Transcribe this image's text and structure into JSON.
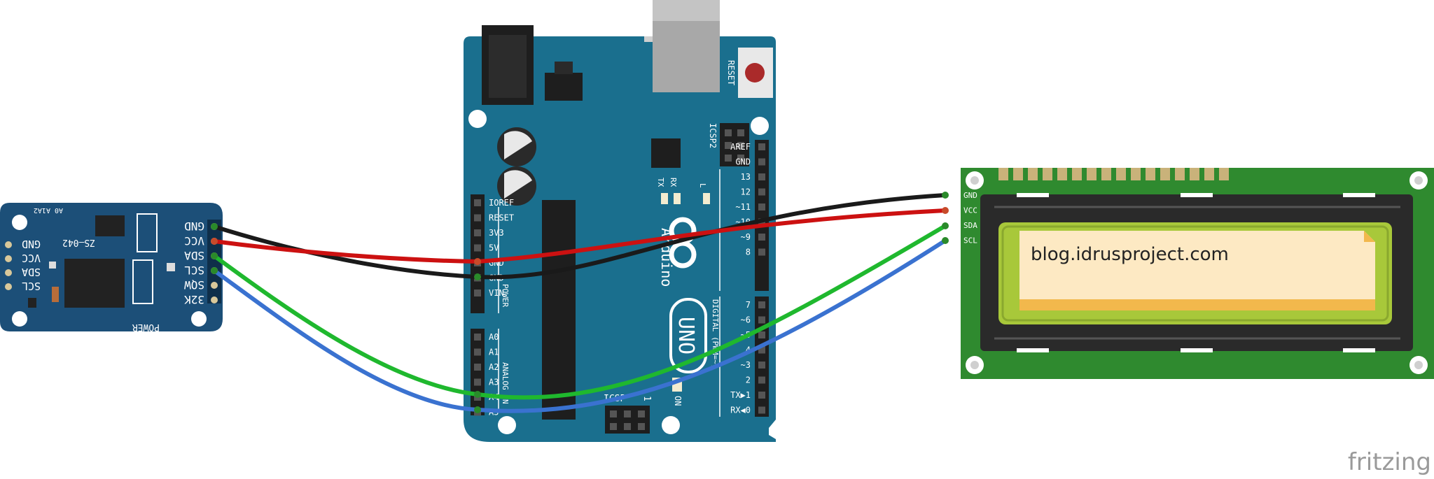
{
  "colors": {
    "board": "#1a6f8e",
    "board_dark": "#135a74",
    "rtc_board": "#1c4f78",
    "lcd_pcb": "#2f8a2f",
    "lcd_glass": "#a8c83a",
    "lcd_bezel": "#2a2a2a",
    "wire_gnd": "#1a1a1a",
    "wire_vcc": "#cc1111",
    "wire_sda": "#1fb82e",
    "wire_scl": "#3a72d0"
  },
  "rtc_module": {
    "model_label": "ZS—042",
    "address_label": "A0 A1A2",
    "power_label": "POWER",
    "right_pins": [
      "GND",
      "VCC",
      "SDA",
      "SCL",
      "SQW",
      "32K"
    ],
    "left_pins": [
      "GND",
      "VCC",
      "SDA",
      "SCL"
    ]
  },
  "arduino": {
    "reset_label": "RESET",
    "icsp2_label": "ICSP2",
    "icsp_label": "ICSP",
    "icsp_pin1": "1",
    "led_labels": [
      "TX",
      "RX",
      "L"
    ],
    "logo_text": "Arduino",
    "model_text": "UNO",
    "on_label": "ON",
    "power_header_label": "POWER",
    "analog_header_label": "ANALOG IN",
    "digital_header_label": "DIGITAL (PWM=~)",
    "power_pins": [
      "IOREF",
      "RESET",
      "3V3",
      "5V",
      "GND",
      "GND",
      "VIN"
    ],
    "analog_pins": [
      "A0",
      "A1",
      "A2",
      "A3",
      "A4",
      "A5"
    ],
    "digital_top_pins": [
      "AREF",
      "GND",
      "13",
      "12",
      "~11",
      "~10",
      "~9",
      "8"
    ],
    "digital_bottom_pins": [
      "7",
      "~6",
      "~5",
      "4",
      "~3",
      "2",
      "TX▶1",
      "RX◀0"
    ]
  },
  "lcd": {
    "pins": [
      "GND",
      "VCC",
      "SDA",
      "SCL"
    ],
    "note_text": "blog.idrusproject.com"
  },
  "brand": "fritzing"
}
